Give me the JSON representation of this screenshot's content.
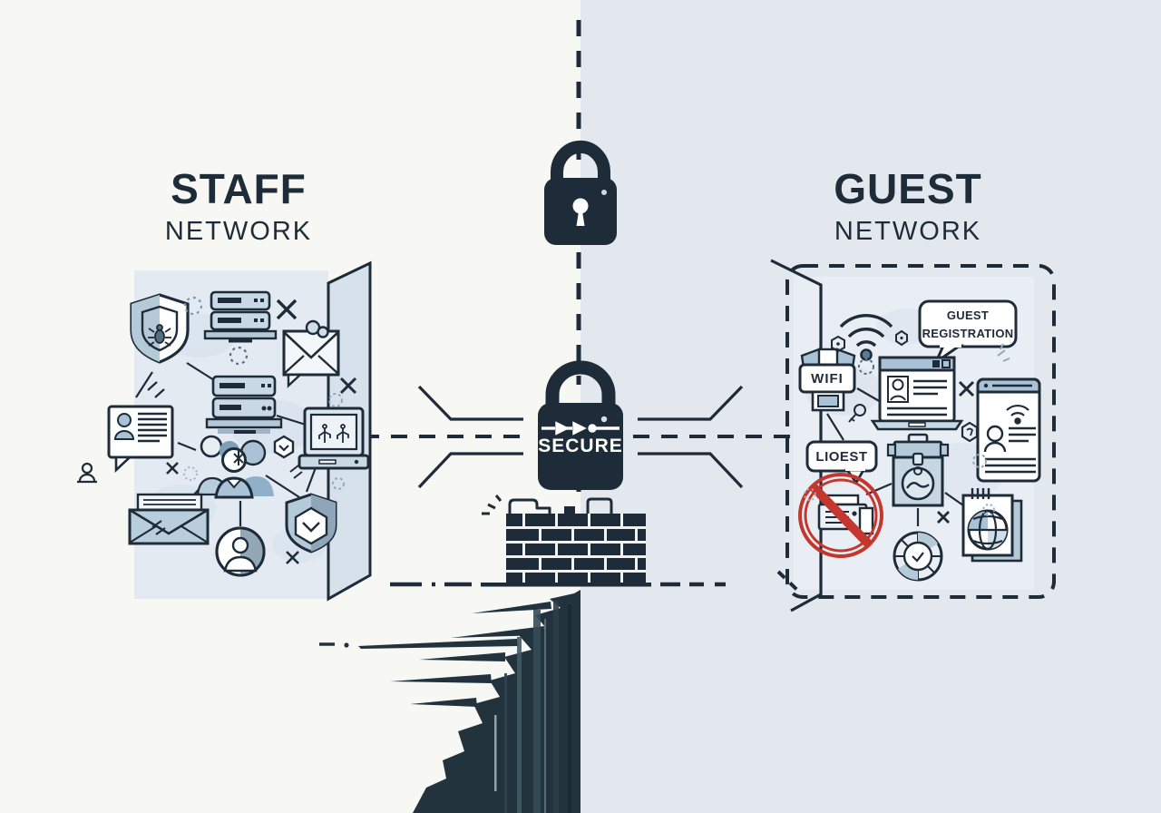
{
  "page": {
    "type": "illustration",
    "theme": "staff-vs-guest-network-segmentation"
  },
  "colors": {
    "left_background": "#f7f8f4",
    "right_background": "#e3e8ef",
    "ink": "#1e2b38",
    "panel_fill": "#e5ebf3",
    "accent_blue": "#a9c2d6",
    "light_blue": "#cfdde9",
    "steel_blue": "#8fa9bd",
    "alert_red": "#c4372e",
    "cliff": "#22333e"
  },
  "staff_panel": {
    "title": "STAFF",
    "subtitle": "NETWORK",
    "icons": [
      "shield-bug-icon",
      "server-stack-icon",
      "server-stack-icon",
      "email-envelope-icon",
      "id-card-speech-icon",
      "team-group-icon",
      "open-envelope-icon",
      "user-avatar-circle-icon",
      "shield-check-icon",
      "desktop-computer-icon",
      "x-mark",
      "x-mark",
      "x-mark"
    ]
  },
  "guest_panel": {
    "title": "GUEST",
    "subtitle": "NETWORK",
    "registration_bubble": {
      "line1": "GUEST",
      "line2": "REGISTRATION"
    },
    "wifi_sign_label": "WIFI",
    "guest_bubble_label": "LIOEST",
    "icons": [
      "wifi-signal-icon",
      "wifi-router-icon",
      "captive-portal-window-icon",
      "guest-pass-document-icon",
      "no-printing-prohibition-icon",
      "visitor-bag-icon",
      "loyalty-badge-icon",
      "web-globe-document-icon",
      "x-mark",
      "x-mark"
    ]
  },
  "center_divider": {
    "secure_label": "SECURE",
    "icons": [
      "padlock-icon",
      "secure-padlock-icon",
      "brick-firewall-icon",
      "cliff-gap"
    ]
  }
}
